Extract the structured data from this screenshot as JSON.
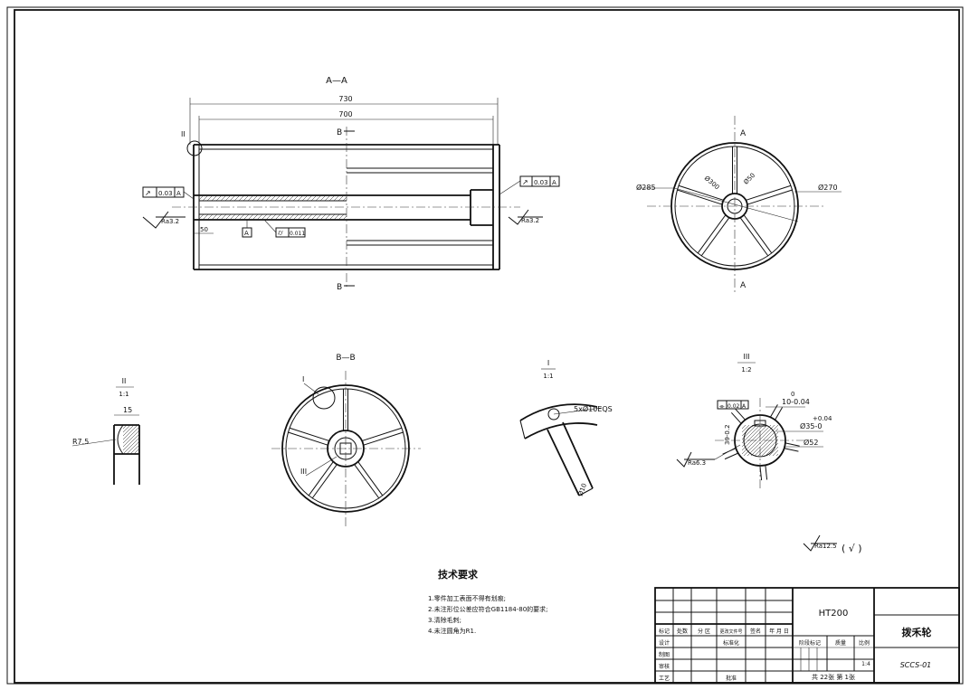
{
  "views": {
    "section_aa": "A—A",
    "section_bb": "B—B",
    "detail_i_label": "I",
    "detail_i_scale": "1:1",
    "detail_ii_label": "II",
    "detail_ii_scale": "1:1",
    "detail_iii_label": "III",
    "detail_iii_scale": "1:2",
    "cut_b": "B",
    "cut_a": "A"
  },
  "dims": {
    "overall_length": "730",
    "inner_length": "700",
    "shoulder": "50",
    "d285": "Ø285",
    "d300": "Ø300",
    "d50": "Ø50",
    "d270": "Ø270",
    "r75": "R7.5",
    "w15": "15",
    "hole": "5xØ10EQS",
    "d10": "Ø10",
    "key_w": "10-0.04",
    "key_w_top": "0",
    "bore_tol": "+0.04",
    "bore": "Ø35-0",
    "outer": "Ø52",
    "keyway": "39-0.2"
  },
  "gdt": {
    "runout_left": "0.03",
    "runout_right": "0.03",
    "datum": "A",
    "cyl": "0.011",
    "sym": "0.02",
    "datum_box": "A"
  },
  "rough": {
    "ra32_left": "Ra3.2",
    "ra32_right": "Ra3.2",
    "ra63": "Ra6.3",
    "general": "Ra12.5",
    "general_suffix": "( √ )"
  },
  "markers": {
    "ii": "II",
    "i": "I",
    "iii": "III"
  },
  "notes": {
    "title": "技术要求",
    "items": [
      "1.零件加工表面不得有划痕;",
      "2.未注形位公差应符合GB1184-80的要求;",
      "3.清除毛刺;",
      "4.未注圆角为R1."
    ]
  },
  "title_block": {
    "material": "HT200",
    "part_name": "拨禾轮",
    "drawing_no": "SCCS-01",
    "scale": "1:4",
    "sheet_info": "共 22张  第 1张",
    "hdr_mark": "标记",
    "hdr_count": "处数",
    "hdr_zone": "分 区",
    "hdr_docno": "更改文件号",
    "hdr_sign": "签名",
    "hdr_date": "年 月 日",
    "design": "设计",
    "standard": "标准化",
    "draw": "制图",
    "check": "审核",
    "process": "工艺",
    "approve": "批准",
    "stage": "阶段标记",
    "weight": "质量",
    "ratio": "比例"
  }
}
